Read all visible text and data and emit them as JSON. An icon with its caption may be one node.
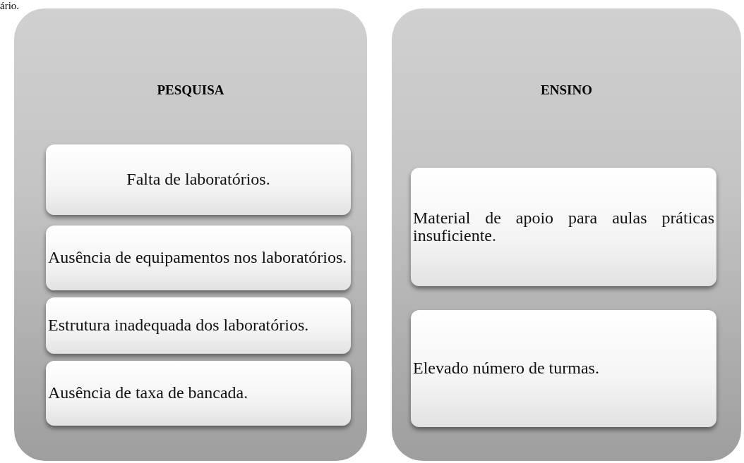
{
  "diagram": {
    "nodes": [
      {
        "text": [
          "PESQUISA"
        ]
      },
      {
        "text": [
          "Falta de laboratórios."
        ],
        "in": 0
      },
      {
        "text": [
          "Ausência de equipamentos nos laboratórios."
        ],
        "in": 0
      },
      {
        "text": [
          "Estrutura inadequada dos laboratórios."
        ],
        "in": 0
      },
      {
        "text": [
          "Ausência de taxa de bancada."
        ],
        "in": 0
      },
      {
        "text": [
          "ENSINO"
        ]
      },
      {
        "text": [
          "Material de apoio para aulas práticas insuficiente."
        ],
        "in": 5
      },
      {
        "text": [
          "Elevado número de turmas."
        ],
        "in": 5
      }
    ],
    "labels": [
      "ário."
    ]
  }
}
